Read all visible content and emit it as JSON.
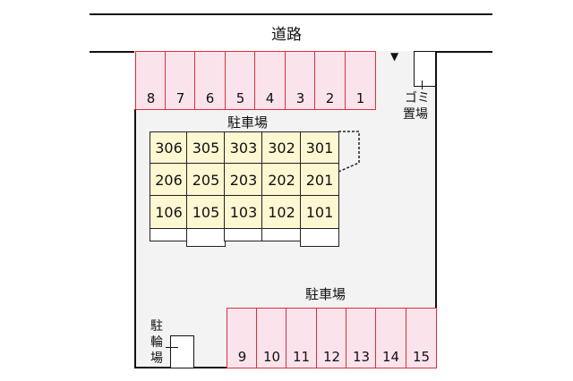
{
  "road": {
    "label": "道路"
  },
  "entrance_marker": {
    "icon": "down-triangle-icon",
    "glyph": "▼"
  },
  "garbage": {
    "label_line1": "ゴミ",
    "label_line2": "置場"
  },
  "top_parking": {
    "label": "駐車場",
    "spaces": [
      "8",
      "7",
      "6",
      "5",
      "4",
      "3",
      "2",
      "1"
    ]
  },
  "building": {
    "rows": [
      [
        "306",
        "305",
        "303",
        "302",
        "301"
      ],
      [
        "206",
        "205",
        "203",
        "202",
        "201"
      ],
      [
        "106",
        "105",
        "103",
        "102",
        "101"
      ]
    ]
  },
  "bottom_parking": {
    "label": "駐車場",
    "spaces": [
      "9",
      "10",
      "11",
      "12",
      "13",
      "14",
      "15"
    ]
  },
  "bike_parking": {
    "chars": [
      "駐",
      "輪",
      "場"
    ]
  },
  "colors": {
    "parking_fill": "#fbe3ec",
    "parking_border": "#d8313c",
    "unit_fill": "#fdf7d2",
    "site_fill": "#f3f3f3",
    "line": "#111111"
  }
}
